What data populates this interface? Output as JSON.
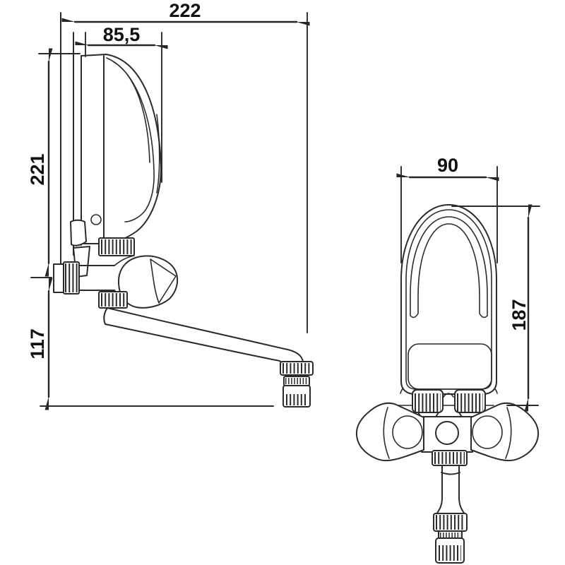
{
  "drawing": {
    "type": "technical-dimension-drawing",
    "style": {
      "background": "#ffffff",
      "line_color": "#2b2b2b",
      "label_color": "#111111"
    },
    "side_view": {
      "dimensions": {
        "total_depth": "222",
        "body_depth": "85,5",
        "body_height": "221",
        "outlet_height": "117"
      }
    },
    "front_view": {
      "dimensions": {
        "body_width": "90",
        "overall_height": "187"
      }
    }
  }
}
